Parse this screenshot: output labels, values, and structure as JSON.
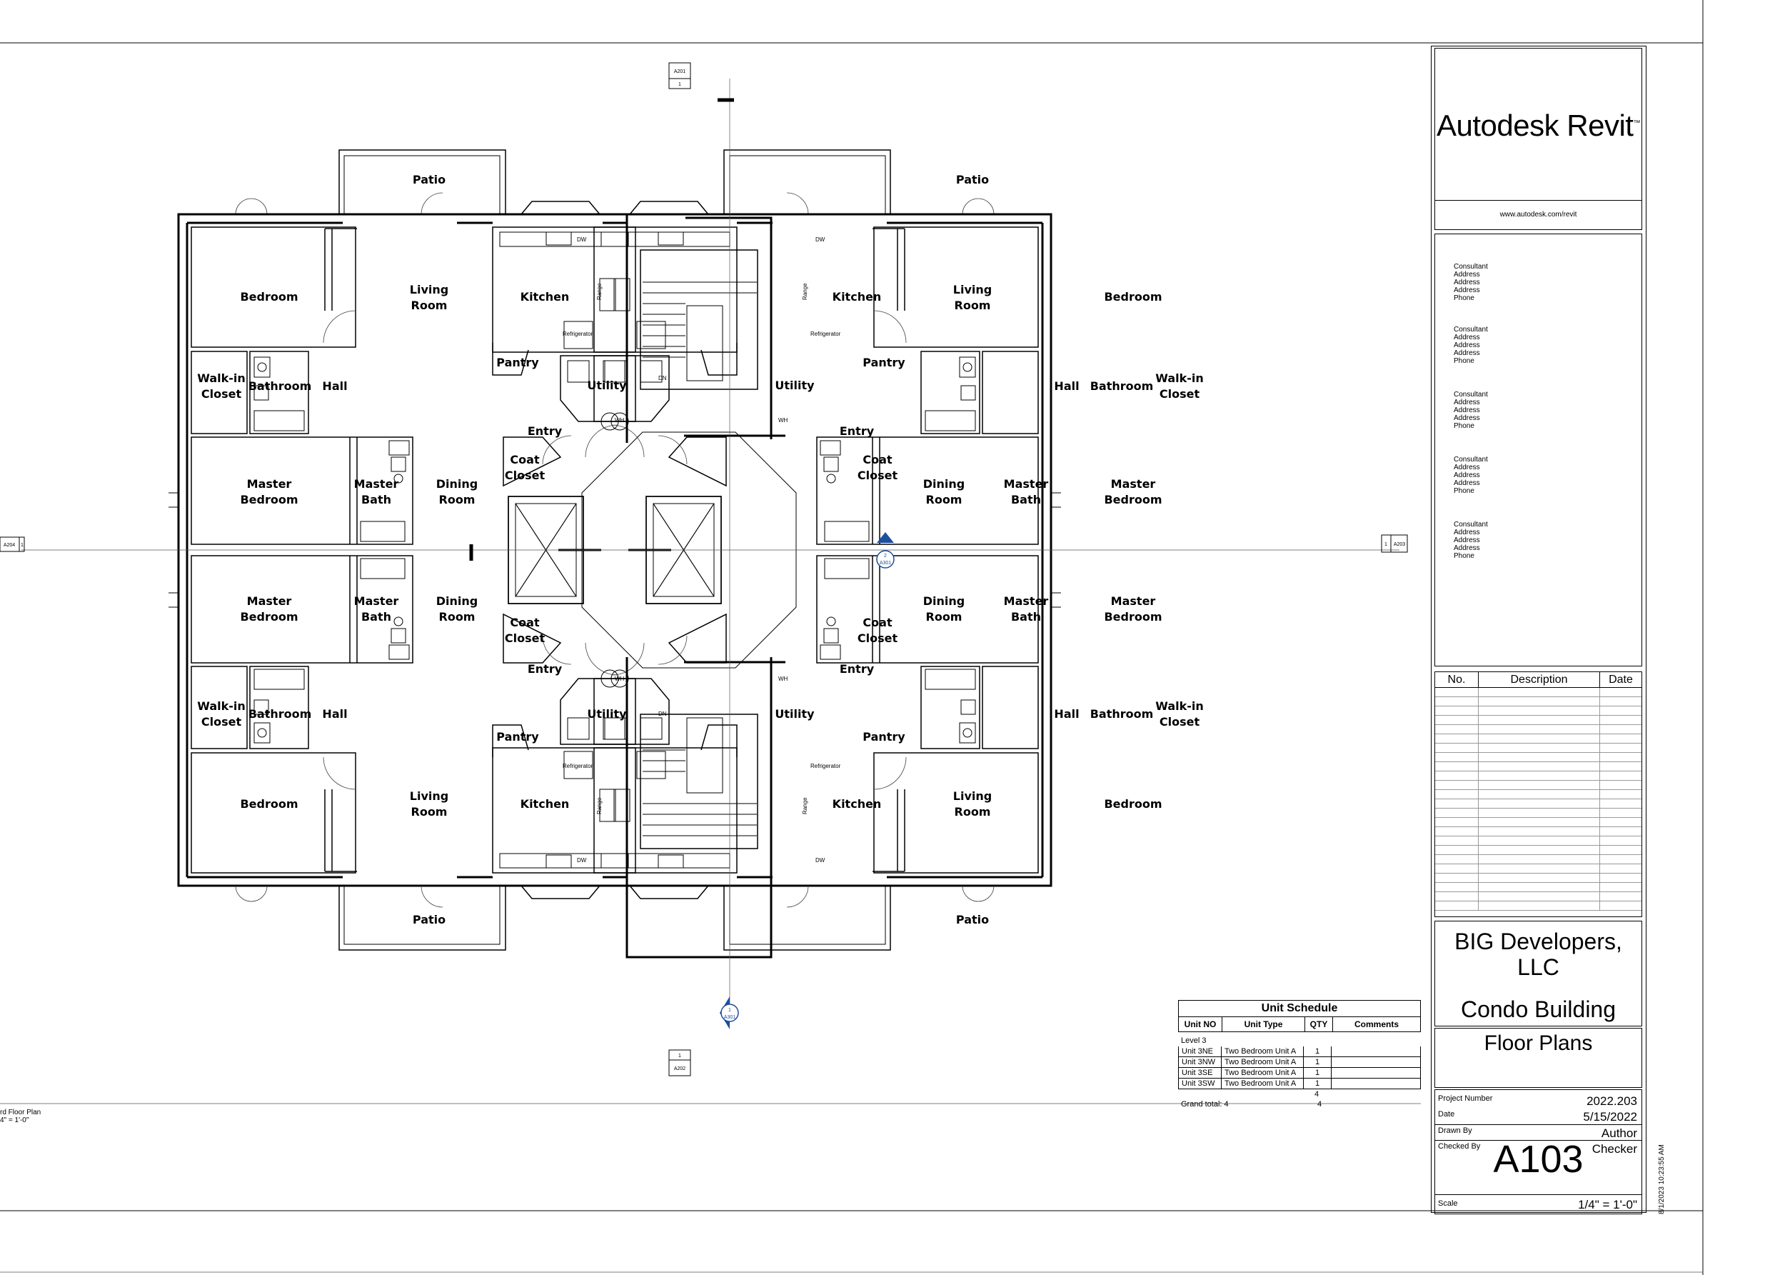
{
  "drawing": {
    "rooms": {
      "patio": "Patio",
      "bedroom": "Bedroom",
      "living_1": "Living",
      "living_2": "Room",
      "kitchen": "Kitchen",
      "pantry": "Pantry",
      "utility": "Utility",
      "walkin_1": "Walk-in",
      "walkin_2": "Closet",
      "bathroom": "Bathroom",
      "hall": "Hall",
      "entry": "Entry",
      "coat_1": "Coat",
      "coat_2": "Closet",
      "master_1": "Master",
      "master_bedroom_2": "Bedroom",
      "master_bath_2": "Bath",
      "dining_1": "Dining",
      "dining_2": "Room"
    },
    "fixtures": {
      "dw": "DW",
      "range": "Range",
      "refrigerator": "Refrigerator",
      "wh": "WH",
      "dn": "DN"
    },
    "tags": {
      "a201_sheet": "A201",
      "a201_num": "1",
      "a202_sheet": "A202",
      "a202_num": "1",
      "a203_sheet": "A203",
      "a203_num": "1",
      "a204_sheet": "A204",
      "a204_num": "1",
      "a301_1_sheet": "A301",
      "a301_1_num": "1",
      "a301_2_sheet": "A301",
      "a301_2_num": "2"
    }
  },
  "view_title": {
    "name": "rd Floor Plan",
    "scale": "4\" = 1'-0\""
  },
  "schedule": {
    "title": "Unit Schedule",
    "headers": [
      "Unit NO",
      "Unit Type",
      "QTY",
      "Comments"
    ],
    "level": "Level 3",
    "rows": [
      {
        "unit": "Unit 3NE",
        "type": "Two Bedroom Unit A",
        "qty": "1",
        "comments": ""
      },
      {
        "unit": "Unit 3NW",
        "type": "Two Bedroom Unit A",
        "qty": "1",
        "comments": ""
      },
      {
        "unit": "Unit 3SE",
        "type": "Two Bedroom Unit A",
        "qty": "1",
        "comments": ""
      },
      {
        "unit": "Unit 3SW",
        "type": "Two Bedroom Unit A",
        "qty": "1",
        "comments": ""
      }
    ],
    "subtotal": "4",
    "grand_total_label": "Grand total: 4",
    "grand_total_qty": "4"
  },
  "title_block": {
    "logo": "Autodesk Revit",
    "logo_tm": "™",
    "url": "www.autodesk.com/revit",
    "consultants": [
      {
        "name": "Consultant",
        "l1": "Address",
        "l2": "Address",
        "l3": "Address",
        "phone": "Phone"
      },
      {
        "name": "Consultant",
        "l1": "Address",
        "l2": "Address",
        "l3": "Address",
        "phone": "Phone"
      },
      {
        "name": "Consultant",
        "l1": "Address",
        "l2": "Address",
        "l3": "Address",
        "phone": "Phone"
      },
      {
        "name": "Consultant",
        "l1": "Address",
        "l2": "Address",
        "l3": "Address",
        "phone": "Phone"
      },
      {
        "name": "Consultant",
        "l1": "Address",
        "l2": "Address",
        "l3": "Address",
        "phone": "Phone"
      }
    ],
    "revisions_header": {
      "no": "No.",
      "description": "Description",
      "date": "Date"
    },
    "client": "BIG Developers, LLC",
    "project": "Condo Building",
    "sheet_name": "Floor Plans",
    "project_number_label": "Project Number",
    "project_number": "2022.203",
    "date_label": "Date",
    "date": "5/15/2022",
    "drawn_by_label": "Drawn By",
    "drawn_by": "Author",
    "checked_by_label": "Checked By",
    "checked_by": "Checker",
    "sheet_number": "A103",
    "scale_label": "Scale",
    "scale": "1/4\" = 1'-0\""
  },
  "timestamp": "8/1/2023 10:23:55 AM"
}
